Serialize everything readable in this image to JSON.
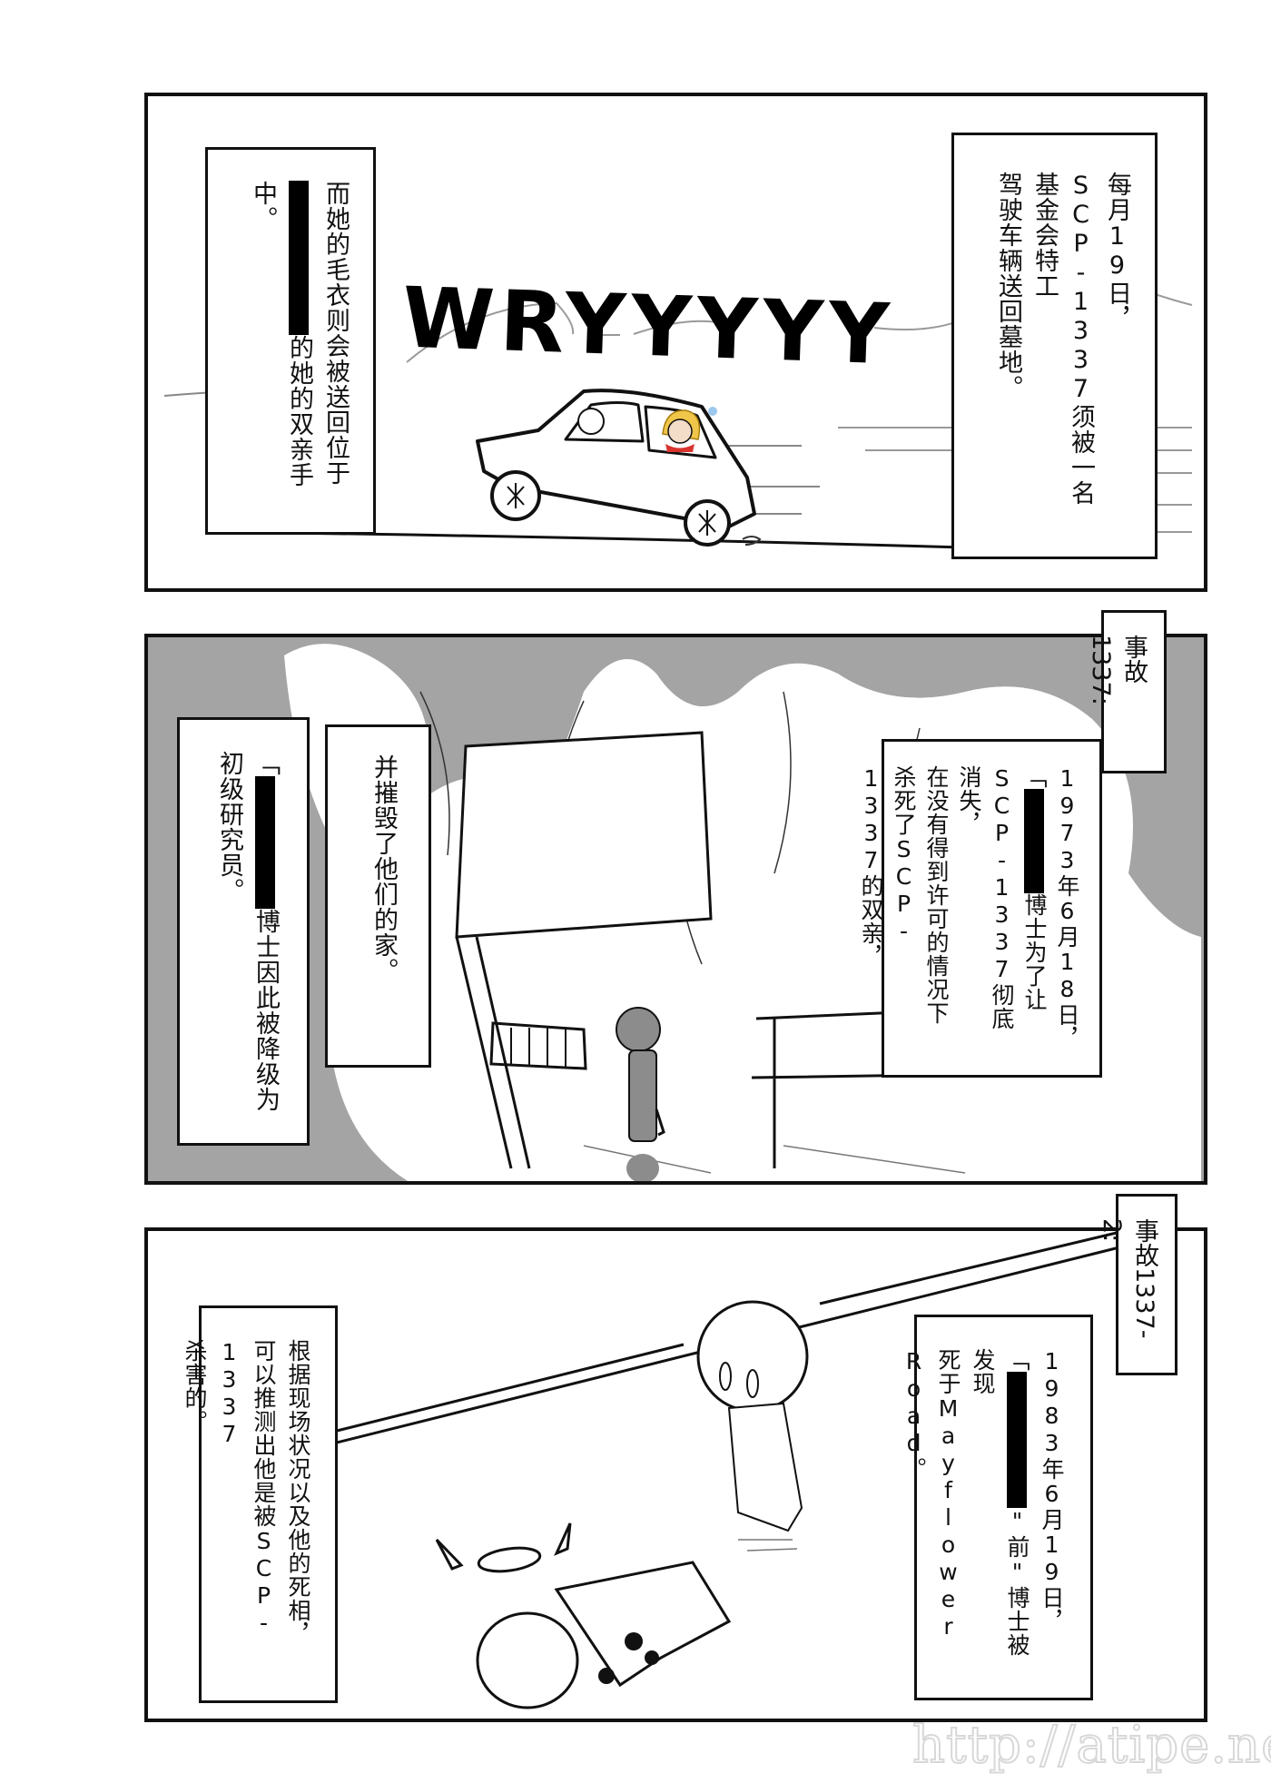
{
  "page": {
    "background": "#ffffff",
    "panel_gray": "#a4a4a4",
    "watermark": "http://atipe.net/"
  },
  "panel1": {
    "sfx": "WRYYYYY",
    "caption_right": {
      "lines": [
        "每月19日，",
        "SCP-1337须被一名基金会特工",
        "驾驶车辆送回墓地。"
      ]
    },
    "caption_left": {
      "line1": "而她的毛衣则会被送回位于",
      "redacted": "██████",
      "line2": "的她的双亲手中。"
    }
  },
  "panel2": {
    "tab": "事故1337:",
    "caption_right": {
      "line1": "1973年6月18日，",
      "line2_prefix": "「",
      "line2_redacted": "███",
      "line2_suffix": "博士为了让",
      "line3": "SCP-1337彻底消失，",
      "line4": "在没有得到许可的情况下",
      "line5": "杀死了SCP-1337的双亲，"
    },
    "caption_mid": "并摧毁了他们的家。",
    "caption_left": {
      "line1_prefix": "「",
      "line1_redacted": "███",
      "line1_suffix": "博士因此被降级为",
      "line2": "初级研究员。"
    }
  },
  "panel3": {
    "tab": "事故1337-2:",
    "caption_right": {
      "line1": "1983年6月19日，",
      "line2_prefix": "「",
      "line2_redacted": "███",
      "line2_suffix": "\"前\"博士被发现",
      "line3": "死于Mayflower Road。"
    },
    "caption_left": {
      "line1": "根据现场状况以及他的死相，",
      "line2": "可以推测出他是被SCP-1337",
      "line3": "杀害的。"
    }
  }
}
